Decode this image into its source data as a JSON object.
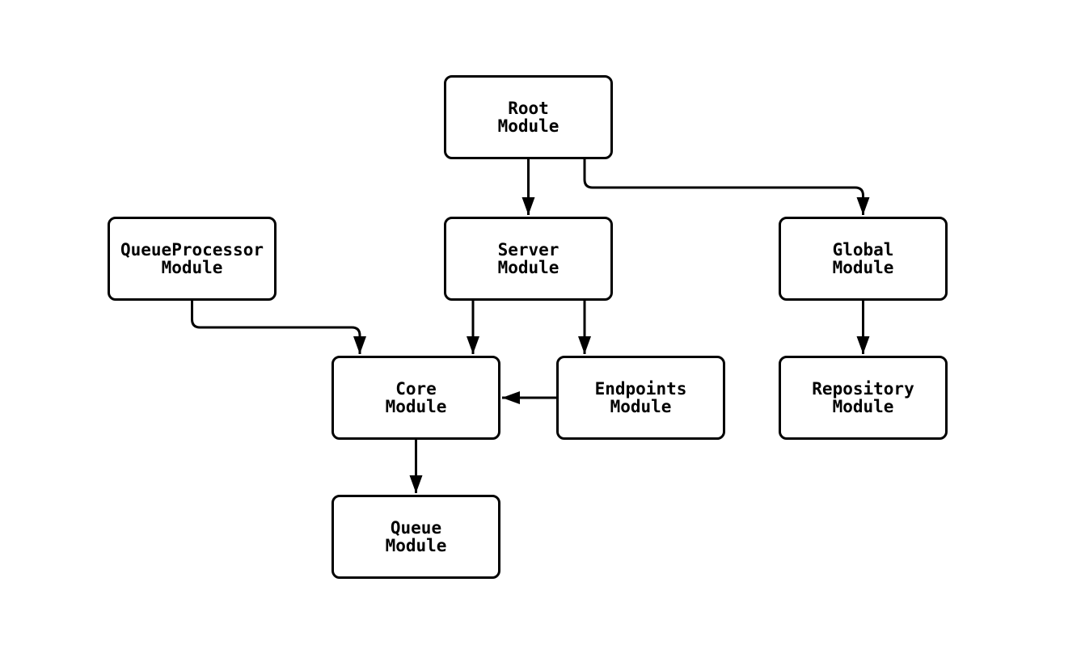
{
  "diagram": {
    "type": "flowchart",
    "background_color": "#ffffff",
    "node_fill_color": "#ffffff",
    "node_border_color": "#000000",
    "edge_color": "#000000",
    "text_color": "#000000"
  },
  "nodes": {
    "root": {
      "label": "Root\nModule"
    },
    "queue_processor": {
      "label": "QueueProcessor\nModule"
    },
    "server": {
      "label": "Server\nModule"
    },
    "global": {
      "label": "Global\nModule"
    },
    "core": {
      "label": "Core\nModule"
    },
    "endpoints": {
      "label": "Endpoints\nModule"
    },
    "repository": {
      "label": "Repository\nModule"
    },
    "queue": {
      "label": "Queue\nModule"
    }
  },
  "edges": [
    {
      "from": "Root Module",
      "to": "Server Module"
    },
    {
      "from": "Root Module",
      "to": "Global Module"
    },
    {
      "from": "QueueProcessor Module",
      "to": "Core Module"
    },
    {
      "from": "Server Module",
      "to": "Core Module"
    },
    {
      "from": "Server Module",
      "to": "Endpoints Module"
    },
    {
      "from": "Endpoints Module",
      "to": "Core Module"
    },
    {
      "from": "Global Module",
      "to": "Repository Module"
    },
    {
      "from": "Core Module",
      "to": "Queue Module"
    }
  ]
}
